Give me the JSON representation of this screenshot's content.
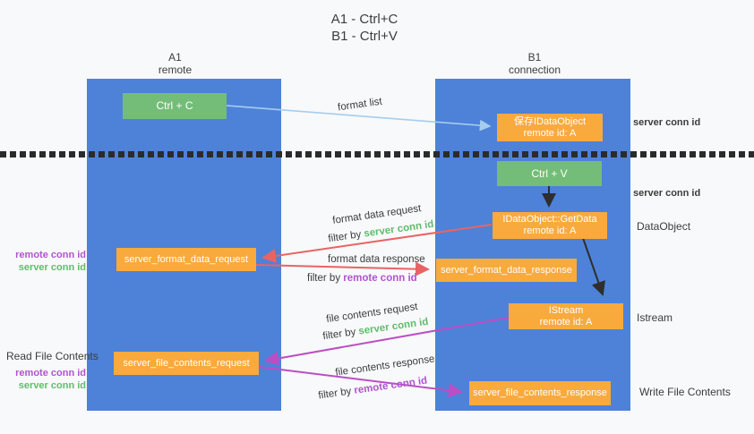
{
  "title": {
    "line1": "A1 - Ctrl+C",
    "line2": "B1 - Ctrl+V"
  },
  "columns": {
    "a1": {
      "name": "A1",
      "role": "remote"
    },
    "b1": {
      "name": "B1",
      "role": "connection"
    }
  },
  "nodes": {
    "ctrl_c": {
      "label": "Ctrl + C"
    },
    "ctrl_v": {
      "label": "Ctrl + V"
    },
    "save_dataobject": {
      "line1": "保存IDataObject",
      "line2": "remote id: A"
    },
    "getdata": {
      "line1": "IDataObject::GetData",
      "line2": "remote id: A"
    },
    "istream": {
      "line1": "IStream",
      "line2": "remote id: A"
    },
    "format_request": {
      "label": "server_format_data_request"
    },
    "format_response": {
      "label": "server_format_data_response"
    },
    "file_request": {
      "label": "server_file_contents_request"
    },
    "file_response": {
      "label": "server_file_contents_response"
    }
  },
  "labels": {
    "format_list": "format list",
    "format_data_request": "format data request",
    "format_data_response": "format data response",
    "file_contents_request": "file contents request",
    "file_contents_response": "file contents response",
    "filter_by": "filter by ",
    "server_conn_id": "server conn id",
    "remote_conn_id": "remote conn id",
    "dataobject": "DataObject",
    "istream": "Istream",
    "read_file_contents": "Read File Contents",
    "write_file_contents": "Write File Contents"
  },
  "colors": {
    "lane_blue": "#4d82d8",
    "node_green": "#74bd78",
    "node_orange": "#f8aa3d",
    "conn_id_green": "#5fbd6a",
    "conn_id_purple": "#b153d1",
    "arrow_red": "#e86464",
    "arrow_magenta": "#bb4ec4",
    "arrow_light_blue": "#a5cdee",
    "arrow_black": "#2e2e2e",
    "background": "#f8f9fa"
  }
}
